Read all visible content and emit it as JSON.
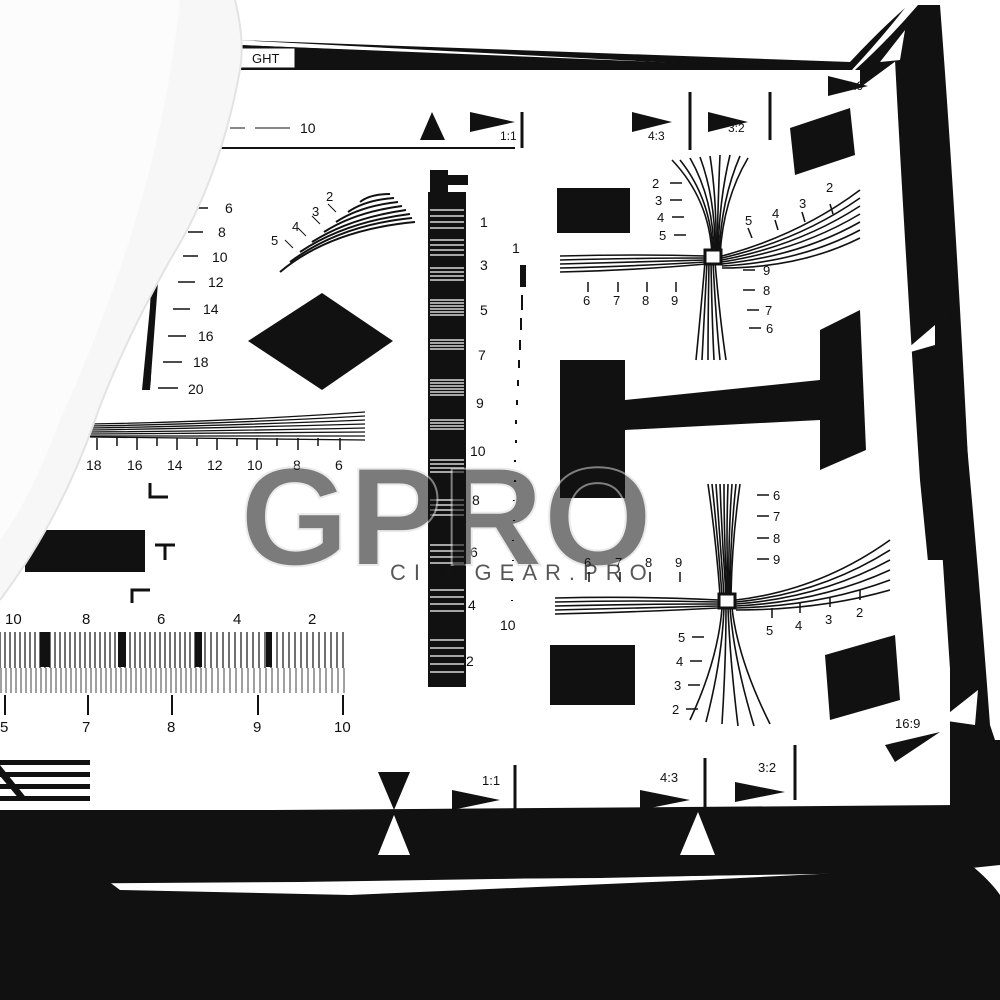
{
  "chart_title_fragment": "GHT",
  "top_ruler_number": "10",
  "ratios": {
    "one_one": "1:1",
    "four_three": "4:3",
    "three_two": "3:2",
    "sixteen_nine": "16:9"
  },
  "left_vertical_scale": [
    "6",
    "8",
    "10",
    "12",
    "14",
    "16",
    "18",
    "20"
  ],
  "small_fan_scale": [
    "2",
    "3",
    "4",
    "5"
  ],
  "horizontal_fan_scale": [
    "18",
    "16",
    "14",
    "12",
    "10",
    "8",
    "6"
  ],
  "grating_bar_scale": [
    "1",
    "3",
    "5",
    "7",
    "9",
    "10",
    "8",
    "6",
    "4",
    "2"
  ],
  "vertical_dash_scale": [
    "1",
    "10"
  ],
  "bottom_grating_top_scale": [
    "10",
    "8",
    "6",
    "4",
    "2"
  ],
  "bottom_grating_bottom_scale": [
    "5",
    "7",
    "8",
    "9",
    "10"
  ],
  "cross_upper": {
    "left_scale": [
      "2",
      "3",
      "4",
      "5"
    ],
    "bottom_scale": [
      "6",
      "7",
      "8",
      "9"
    ],
    "right_top_scale": [
      "5",
      "4",
      "3",
      "2"
    ],
    "right_scale": [
      "9",
      "8",
      "7",
      "6"
    ]
  },
  "cross_lower": {
    "right_top_scale": [
      "6",
      "7",
      "8",
      "9"
    ],
    "top_scale": [
      "6",
      "7",
      "8",
      "9"
    ],
    "bottom_scale": [
      "5",
      "4",
      "3",
      "2"
    ],
    "left_scale": [
      "5",
      "4",
      "3",
      "2"
    ]
  },
  "watermark": {
    "main": "GPRO",
    "sub": "CINEGEAR.PRO"
  },
  "colors": {
    "ink": "#111111",
    "paper": "#ffffff",
    "watermark": "#d9d9d9"
  }
}
